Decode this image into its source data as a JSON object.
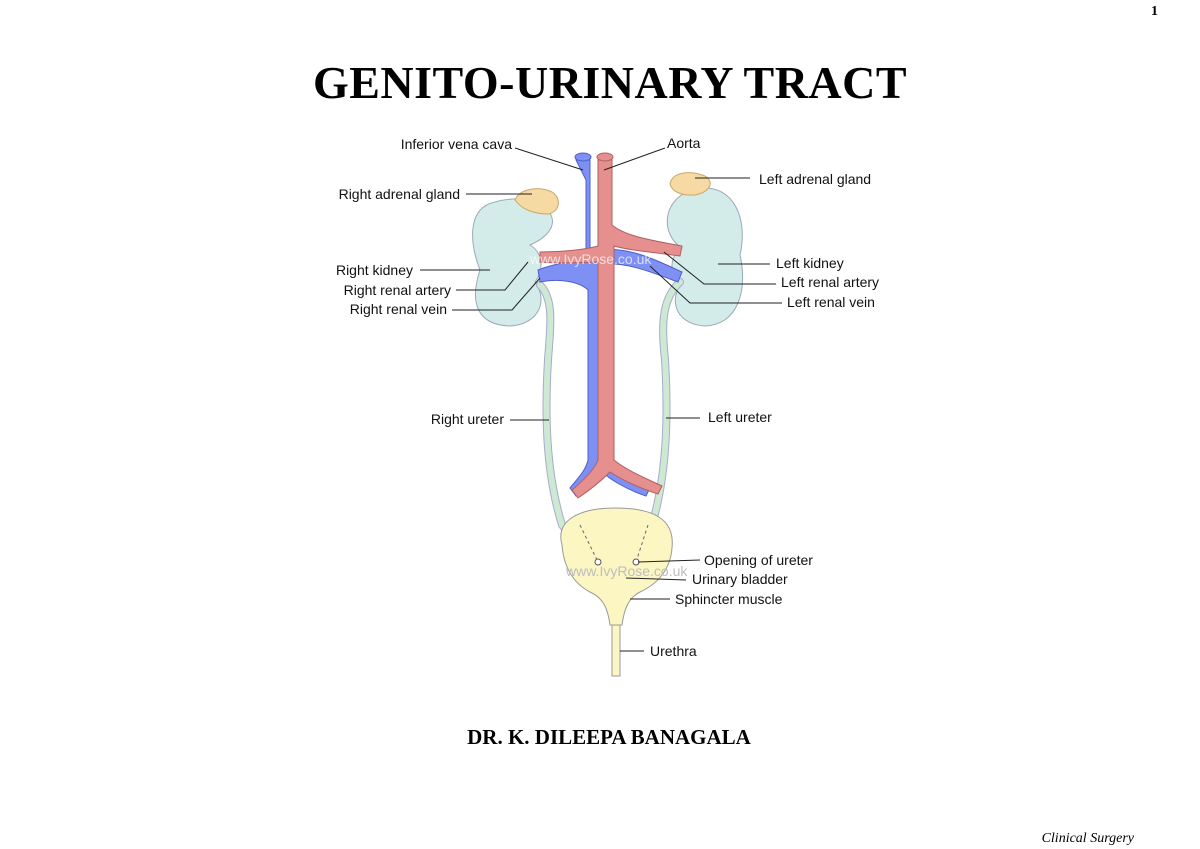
{
  "page_number": "1",
  "title": "GENITO-URINARY TRACT",
  "diagram": {
    "labels": {
      "inferior_vena_cava": "Inferior vena cava",
      "aorta": "Aorta",
      "right_adrenal_gland": "Right adrenal gland",
      "left_adrenal_gland": "Left adrenal gland",
      "right_kidney": "Right kidney",
      "left_kidney": "Left kidney",
      "right_renal_artery": "Right renal artery",
      "left_renal_artery": "Left renal artery",
      "right_renal_vein": "Right renal vein",
      "left_renal_vein": "Left renal vein",
      "right_ureter": "Right ureter",
      "left_ureter": "Left ureter",
      "opening_of_ureter": "Opening of ureter",
      "urinary_bladder": "Urinary bladder",
      "sphincter_muscle": "Sphincter muscle",
      "urethra": "Urethra"
    },
    "watermark": "www.IvyRose.co.uk",
    "colors": {
      "vein": "#7f90f5",
      "artery": "#e58f8f",
      "kidney": "#d3ece9",
      "adrenal": "#f6d9a3",
      "ureter": "#cde9d4",
      "bladder": "#fbf6c2"
    }
  },
  "author": "DR. K. DILEEPA BANAGALA",
  "footer": "Clinical Surgery"
}
